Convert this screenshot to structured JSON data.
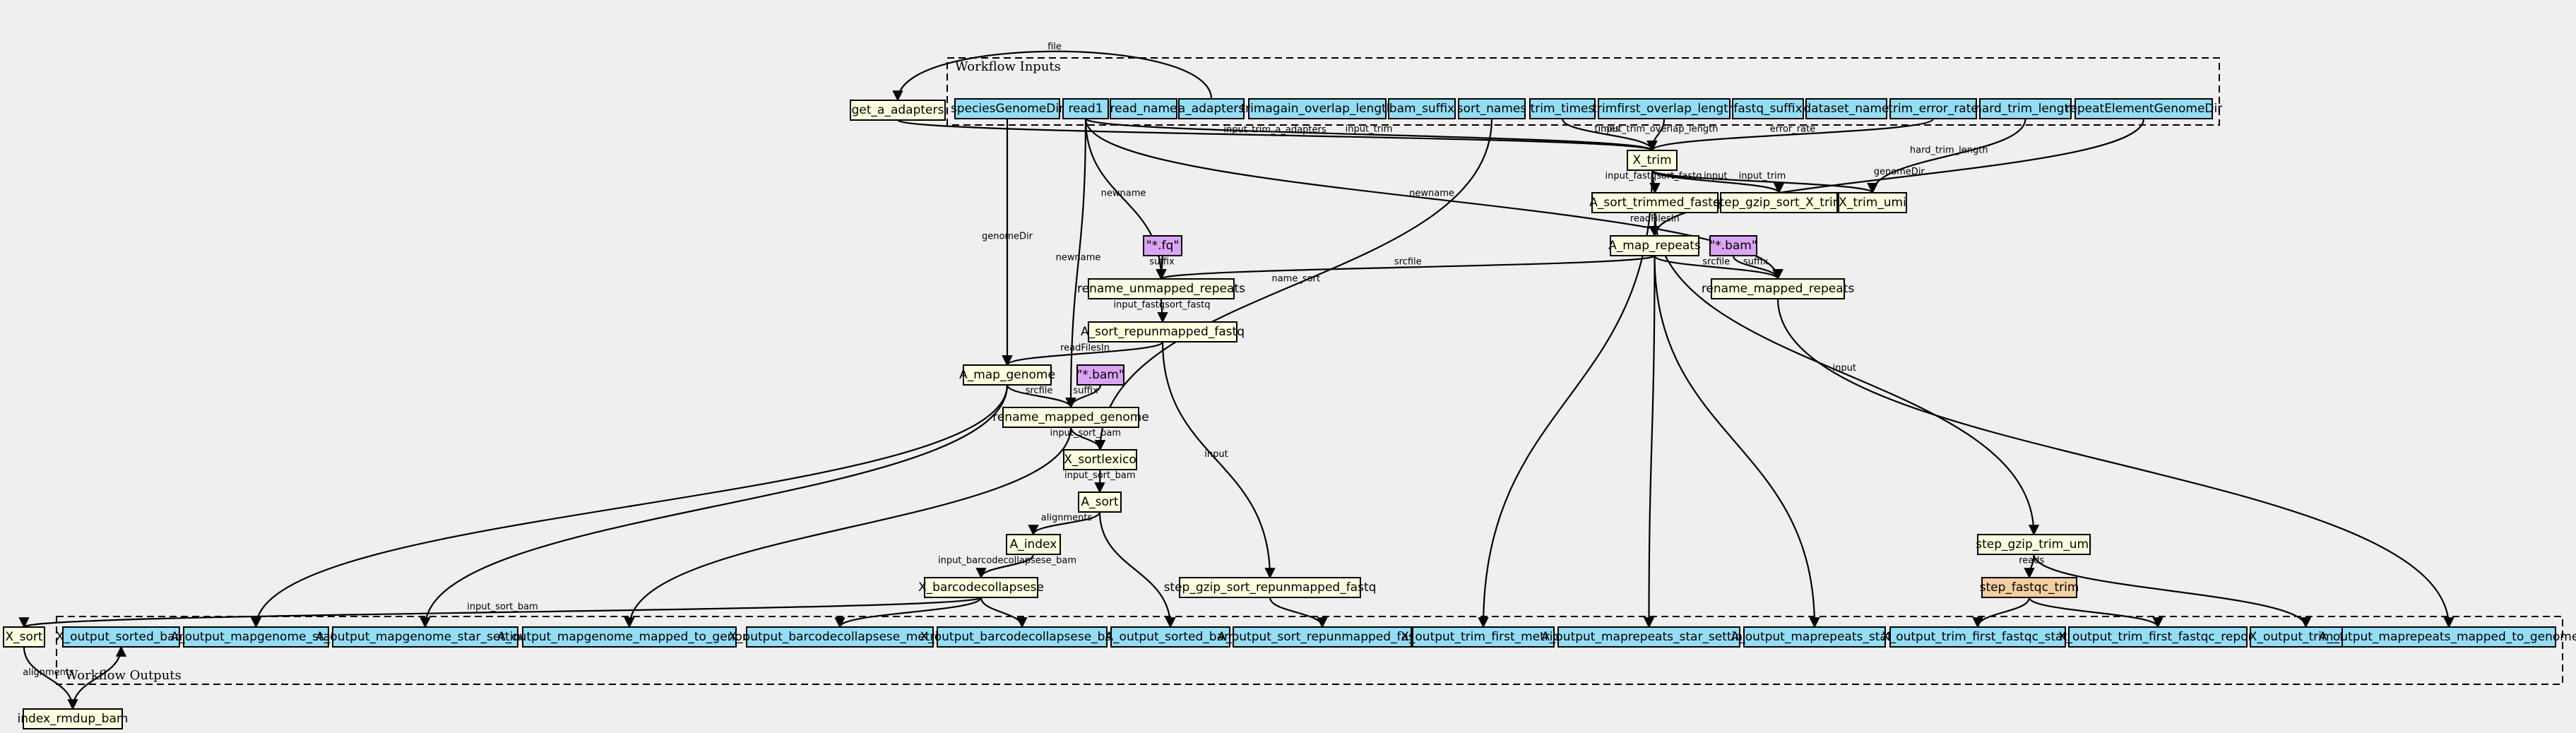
{
  "clusters": {
    "inputs": "Workflow Inputs",
    "outputs": "Workflow Outputs"
  },
  "colors": {
    "input": "#94ddf4",
    "step": "#ffffe0",
    "file": "#dba4f3",
    "highlight": "#f3cea1"
  },
  "nodes": [
    {
      "id": "speciesGenomeDir",
      "label": "speciesGenomeDir",
      "kind": "input"
    },
    {
      "id": "read1",
      "label": "read1",
      "kind": "input"
    },
    {
      "id": "read_name",
      "label": "read_name",
      "kind": "input"
    },
    {
      "id": "a_adapters",
      "label": "a_adapters",
      "kind": "input"
    },
    {
      "id": "trimagain_overlap_length",
      "label": "trimagain_overlap_length",
      "kind": "input"
    },
    {
      "id": "bam_suffix",
      "label": "bam_suffix",
      "kind": "input"
    },
    {
      "id": "sort_names",
      "label": "sort_names",
      "kind": "input"
    },
    {
      "id": "trim_times",
      "label": "trim_times",
      "kind": "input"
    },
    {
      "id": "trimfirst_overlap_length",
      "label": "trimfirst_overlap_length",
      "kind": "input"
    },
    {
      "id": "fastq_suffix",
      "label": "fastq_suffix",
      "kind": "input"
    },
    {
      "id": "dataset_name",
      "label": "dataset_name",
      "kind": "input"
    },
    {
      "id": "trim_error_rate",
      "label": "trim_error_rate",
      "kind": "input"
    },
    {
      "id": "hard_trim_length",
      "label": "hard_trim_length",
      "kind": "input"
    },
    {
      "id": "repeatElementGenomeDir",
      "label": "repeatElementGenomeDir",
      "kind": "input"
    },
    {
      "id": "get_a_adapters",
      "label": "get_a_adapters",
      "kind": "step"
    },
    {
      "id": "X_trim",
      "label": "X_trim",
      "kind": "step"
    },
    {
      "id": "A_sort_trimmed_fastq",
      "label": "A_sort_trimmed_fastq",
      "kind": "step"
    },
    {
      "id": "step_gzip_sort_X_trim",
      "label": "step_gzip_sort_X_trim",
      "kind": "step"
    },
    {
      "id": "X_trim_umi",
      "label": "X_trim_umi",
      "kind": "step"
    },
    {
      "id": "fq_suffix",
      "label": "\"*.fq\"",
      "kind": "file"
    },
    {
      "id": "bam_suffix_1",
      "label": "\"*.bam\"",
      "kind": "file"
    },
    {
      "id": "A_map_repeats",
      "label": "A_map_repeats",
      "kind": "step"
    },
    {
      "id": "rename_unmapped_repeats",
      "label": "rename_unmapped_repeats",
      "kind": "step"
    },
    {
      "id": "rename_mapped_repeats",
      "label": "rename_mapped_repeats",
      "kind": "step"
    },
    {
      "id": "A_sort_repunmapped_fastq",
      "label": "A_sort_repunmapped_fastq",
      "kind": "step"
    },
    {
      "id": "A_map_genome",
      "label": "A_map_genome",
      "kind": "step"
    },
    {
      "id": "bam_suffix_2",
      "label": "\"*.bam\"",
      "kind": "file"
    },
    {
      "id": "rename_mapped_genome",
      "label": "rename_mapped_genome",
      "kind": "step"
    },
    {
      "id": "X_sortlexico",
      "label": "X_sortlexico",
      "kind": "step"
    },
    {
      "id": "A_sort",
      "label": "A_sort",
      "kind": "step"
    },
    {
      "id": "A_index",
      "label": "A_index",
      "kind": "step"
    },
    {
      "id": "X_barcodecollapsese",
      "label": "X_barcodecollapsese",
      "kind": "step"
    },
    {
      "id": "step_gzip_sort_repunmapped_fastq",
      "label": "step_gzip_sort_repunmapped_fastq",
      "kind": "step"
    },
    {
      "id": "step_gzip_trim_umi",
      "label": "step_gzip_trim_umi",
      "kind": "step"
    },
    {
      "id": "step_fastqc_trim",
      "label": "step_fastqc_trim",
      "kind": "highlight"
    },
    {
      "id": "X_sort",
      "label": "X_sort",
      "kind": "step"
    },
    {
      "id": "index_rmdup_bam",
      "label": "index_rmdup_bam",
      "kind": "step"
    },
    {
      "id": "X_output_sorted_bam",
      "label": "X_output_sorted_bam",
      "kind": "input"
    },
    {
      "id": "A_output_mapgenome_stats",
      "label": "A_output_mapgenome_stats",
      "kind": "input"
    },
    {
      "id": "A_output_mapgenome_star_settings",
      "label": "A_output_mapgenome_star_settings",
      "kind": "input"
    },
    {
      "id": "A_output_mapgenome_mapped_to_genome",
      "label": "A_output_mapgenome_mapped_to_genome",
      "kind": "input"
    },
    {
      "id": "X_output_barcodecollapsese_metrics",
      "label": "X_output_barcodecollapsese_metrics",
      "kind": "input"
    },
    {
      "id": "X_output_barcodecollapsese_bam",
      "label": "X_output_barcodecollapsese_bam",
      "kind": "input"
    },
    {
      "id": "A_output_sorted_bam",
      "label": "A_output_sorted_bam",
      "kind": "input"
    },
    {
      "id": "A_output_sort_repunmapped_fastq",
      "label": "A_output_sort_repunmapped_fastq",
      "kind": "input"
    },
    {
      "id": "X_output_trim_first_metrics",
      "label": "X_output_trim_first_metrics",
      "kind": "input"
    },
    {
      "id": "A_output_maprepeats_star_settings",
      "label": "A_output_maprepeats_star_settings",
      "kind": "input"
    },
    {
      "id": "A_output_maprepeats_stats",
      "label": "A_output_maprepeats_stats",
      "kind": "input"
    },
    {
      "id": "X_output_trim_first_fastqc_stats",
      "label": "X_output_trim_first_fastqc_stats",
      "kind": "input"
    },
    {
      "id": "X_output_trim_first_fastqc_report",
      "label": "X_output_trim_first_fastqc_report",
      "kind": "input"
    },
    {
      "id": "X_output_trim_first",
      "label": "X_output_trim_first",
      "kind": "input"
    },
    {
      "id": "A_output_maprepeats_mapped_to_genome",
      "label": "A_output_maprepeats_mapped_to_genome",
      "kind": "input"
    }
  ],
  "edges": [
    {
      "from": "a_adapters",
      "to": "get_a_adapters",
      "label": "file"
    },
    {
      "from": "get_a_adapters",
      "to": "X_trim",
      "label": "input_trim_a_adapters"
    },
    {
      "from": "read1",
      "to": "X_trim",
      "label": "input_trim"
    },
    {
      "from": "trim_times",
      "to": "X_trim",
      "label": "times"
    },
    {
      "from": "trimfirst_overlap_length",
      "to": "X_trim",
      "label": "input_trim_overlap_length"
    },
    {
      "from": "trim_error_rate",
      "to": "X_trim",
      "label": "error_rate"
    },
    {
      "from": "X_trim",
      "to": "A_sort_trimmed_fastq",
      "label": "input_fastqsort_fastq"
    },
    {
      "from": "X_trim",
      "to": "step_gzip_sort_X_trim",
      "label": "input"
    },
    {
      "from": "X_trim",
      "to": "X_trim_umi",
      "label": "input_trim"
    },
    {
      "from": "hard_trim_length",
      "to": "X_trim_umi",
      "label": "hard_trim_length"
    },
    {
      "from": "A_sort_trimmed_fastq",
      "to": "A_map_repeats",
      "label": "readFilesIn"
    },
    {
      "from": "repeatElementGenomeDir",
      "to": "A_map_repeats",
      "label": "genomeDir"
    },
    {
      "from": "A_map_repeats",
      "to": "rename_unmapped_repeats",
      "label": "srcfile"
    },
    {
      "from": "fq_suffix",
      "to": "rename_unmapped_repeats",
      "label": "suffix"
    },
    {
      "from": "read1",
      "to": "rename_unmapped_repeats",
      "label": "newname"
    },
    {
      "from": "read1",
      "to": "rename_mapped_repeats",
      "label": "newname"
    },
    {
      "from": "A_map_repeats",
      "to": "rename_mapped_repeats",
      "label": "srcfile"
    },
    {
      "from": "bam_suffix_1",
      "to": "rename_mapped_repeats",
      "label": "suffix"
    },
    {
      "from": "rename_unmapped_repeats",
      "to": "A_sort_repunmapped_fastq",
      "label": "input_fastqsort_fastq"
    },
    {
      "from": "A_sort_repunmapped_fastq",
      "to": "A_map_genome",
      "label": "readFilesIn"
    },
    {
      "from": "speciesGenomeDir",
      "to": "A_map_genome",
      "label": "genomeDir"
    },
    {
      "from": "A_map_genome",
      "to": "rename_mapped_genome",
      "label": "srcfile"
    },
    {
      "from": "bam_suffix_2",
      "to": "rename_mapped_genome",
      "label": "suffix"
    },
    {
      "from": "read1",
      "to": "rename_mapped_genome",
      "label": "newname"
    },
    {
      "from": "rename_mapped_genome",
      "to": "X_sortlexico",
      "label": "input_sort_bam"
    },
    {
      "from": "sort_names",
      "to": "X_sortlexico",
      "label": "name_sort"
    },
    {
      "from": "X_sortlexico",
      "to": "A_sort",
      "label": "input_sort_bam"
    },
    {
      "from": "A_sort",
      "to": "A_index",
      "label": "alignments"
    },
    {
      "from": "A_index",
      "to": "X_barcodecollapsese",
      "label": "input_barcodecollapsese_bam"
    },
    {
      "from": "A_sort_repunmapped_fastq",
      "to": "step_gzip_sort_repunmapped_fastq",
      "label": "input"
    },
    {
      "from": "A_sort_trimmed_fastq",
      "to": "step_gzip_trim_umi",
      "label": "input"
    },
    {
      "from": "step_gzip_trim_umi",
      "to": "step_fastqc_trim",
      "label": "reads"
    },
    {
      "from": "X_barcodecollapsese",
      "to": "X_sort",
      "label": "input_sort_bam"
    },
    {
      "from": "X_sort",
      "to": "index_rmdup_bam",
      "label": "alignments"
    },
    {
      "from": "index_rmdup_bam",
      "to": "X_output_sorted_bam",
      "label": ""
    },
    {
      "from": "A_map_genome",
      "to": "A_output_mapgenome_stats",
      "label": ""
    },
    {
      "from": "A_map_genome",
      "to": "A_output_mapgenome_star_settings",
      "label": ""
    },
    {
      "from": "rename_mapped_genome",
      "to": "A_output_mapgenome_mapped_to_genome",
      "label": ""
    },
    {
      "from": "X_barcodecollapsese",
      "to": "X_output_barcodecollapsese_metrics",
      "label": ""
    },
    {
      "from": "X_barcodecollapsese",
      "to": "X_output_barcodecollapsese_bam",
      "label": ""
    },
    {
      "from": "A_sort",
      "to": "A_output_sorted_bam",
      "label": ""
    },
    {
      "from": "step_gzip_sort_repunmapped_fastq",
      "to": "A_output_sort_repunmapped_fastq",
      "label": ""
    },
    {
      "from": "X_trim",
      "to": "X_output_trim_first_metrics",
      "label": ""
    },
    {
      "from": "A_map_repeats",
      "to": "A_output_maprepeats_star_settings",
      "label": ""
    },
    {
      "from": "A_map_repeats",
      "to": "A_output_maprepeats_stats",
      "label": ""
    },
    {
      "from": "step_fastqc_trim",
      "to": "X_output_trim_first_fastqc_stats",
      "label": ""
    },
    {
      "from": "step_fastqc_trim",
      "to": "X_output_trim_first_fastqc_report",
      "label": ""
    },
    {
      "from": "step_gzip_trim_umi",
      "to": "X_output_trim_first",
      "label": ""
    },
    {
      "from": "rename_mapped_repeats",
      "to": "A_output_maprepeats_mapped_to_genome",
      "label": ""
    }
  ]
}
